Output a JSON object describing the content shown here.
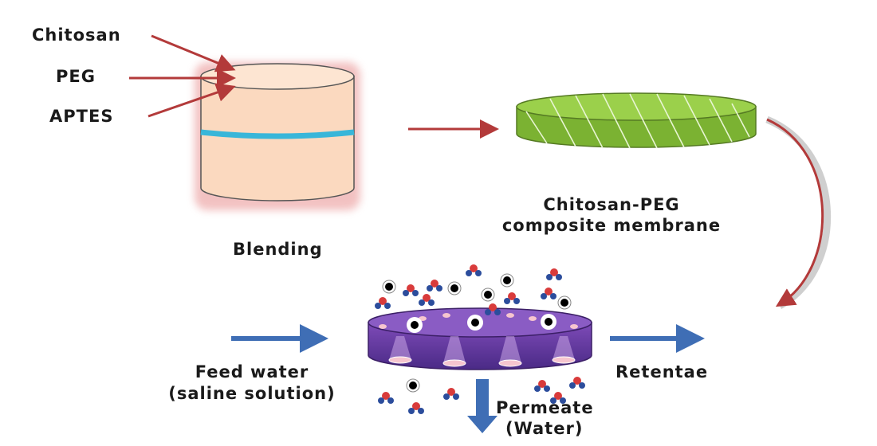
{
  "inputs": {
    "chitosan": "Chitosan",
    "peg": "PEG",
    "aptes": "APTES"
  },
  "steps": {
    "blending": "Blending",
    "membrane_line1": "Chitosan-PEG",
    "membrane_line2": "composite membrane"
  },
  "flows": {
    "feed_line1": "Feed  water",
    "feed_line2": "(saline solution)",
    "retentate": "Retentae",
    "permeate_line1": "Permeate",
    "permeate_line2": "(Water)"
  },
  "colors": {
    "red_arrow": "#b33a3a",
    "blue_arrow": "#3f6eb5",
    "beaker_fill": "#fbd9bf",
    "beaker_glow": "#e88f8f",
    "liquid_line": "#38b6d9",
    "membrane_green": "#8cc63f",
    "filter_purple": "#6a3aa0",
    "molecule_red": "#d93b3b",
    "molecule_blue": "#2c4d9c"
  }
}
